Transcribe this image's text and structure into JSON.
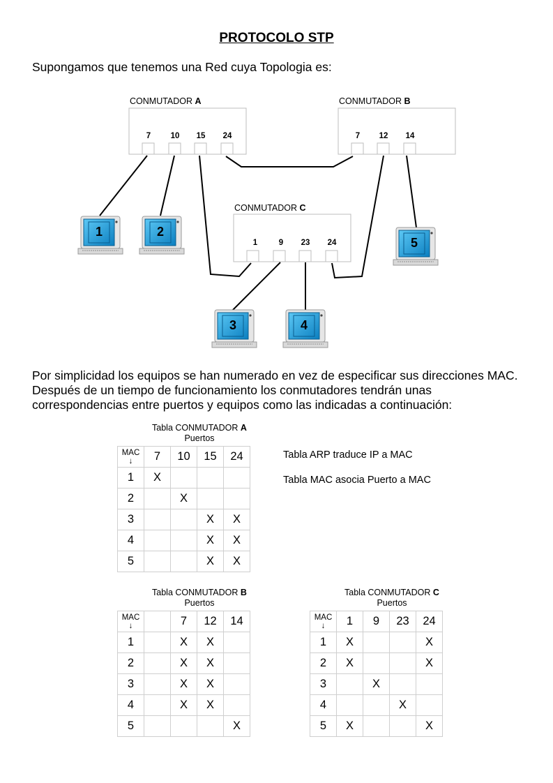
{
  "document": {
    "title": "PROTOCOLO STP",
    "intro": "Supongamos que tenemos una Red cuya Topologia es:",
    "paragraph": "Por simplicidad los equipos se han numerado en vez de especificar sus direcciones MAC. Después de un tiempo de funcionamiento los conmutadores tendrán unas correspondencias entre puertos y equipos como las indicadas a continuación:"
  },
  "diagram": {
    "switch_word": "CONMUTADOR",
    "switches": [
      {
        "id": "A",
        "ports": [
          "7",
          "10",
          "15",
          "24"
        ]
      },
      {
        "id": "B",
        "ports": [
          "7",
          "12",
          "14"
        ]
      },
      {
        "id": "C",
        "ports": [
          "1",
          "9",
          "23",
          "24"
        ]
      }
    ],
    "computers": [
      "1",
      "2",
      "3",
      "4",
      "5"
    ],
    "colors": {
      "screen": "#1aa0e0",
      "screen_dark": "#0a6fa8",
      "case": "#e8e8e8",
      "line": "#000000"
    }
  },
  "tables": {
    "caption_prefix": "Tabla CONMUTADOR",
    "ports_label": "Puertos",
    "mac_label": "MAC",
    "mac_arrow": "↓",
    "A": {
      "switch": "A",
      "ports": [
        "7",
        "10",
        "15",
        "24"
      ],
      "rows": [
        {
          "mac": "1",
          "cells": [
            "X",
            "",
            "",
            ""
          ]
        },
        {
          "mac": "2",
          "cells": [
            "",
            "X",
            "",
            ""
          ]
        },
        {
          "mac": "3",
          "cells": [
            "",
            "",
            "X",
            "X"
          ]
        },
        {
          "mac": "4",
          "cells": [
            "",
            "",
            "X",
            "X"
          ]
        },
        {
          "mac": "5",
          "cells": [
            "",
            "",
            "X",
            "X"
          ]
        }
      ]
    },
    "B": {
      "switch": "B",
      "ports": [
        "",
        "7",
        "12",
        "14"
      ],
      "rows": [
        {
          "mac": "1",
          "cells": [
            "",
            "X",
            "X",
            ""
          ]
        },
        {
          "mac": "2",
          "cells": [
            "",
            "X",
            "X",
            ""
          ]
        },
        {
          "mac": "3",
          "cells": [
            "",
            "X",
            "X",
            ""
          ]
        },
        {
          "mac": "4",
          "cells": [
            "",
            "X",
            "X",
            ""
          ]
        },
        {
          "mac": "5",
          "cells": [
            "",
            "",
            "",
            "X"
          ]
        }
      ]
    },
    "C": {
      "switch": "C",
      "ports": [
        "1",
        "9",
        "23",
        "24"
      ],
      "rows": [
        {
          "mac": "1",
          "cells": [
            "X",
            "",
            "",
            "X"
          ]
        },
        {
          "mac": "2",
          "cells": [
            "X",
            "",
            "",
            "X"
          ]
        },
        {
          "mac": "3",
          "cells": [
            "",
            "X",
            "",
            ""
          ]
        },
        {
          "mac": "4",
          "cells": [
            "",
            "",
            "X",
            ""
          ]
        },
        {
          "mac": "5",
          "cells": [
            "X",
            "",
            "",
            "X"
          ]
        }
      ]
    }
  },
  "notes": {
    "arp": "Tabla ARP traduce IP a MAC",
    "mac": "Tabla MAC asocia Puerto a MAC"
  }
}
